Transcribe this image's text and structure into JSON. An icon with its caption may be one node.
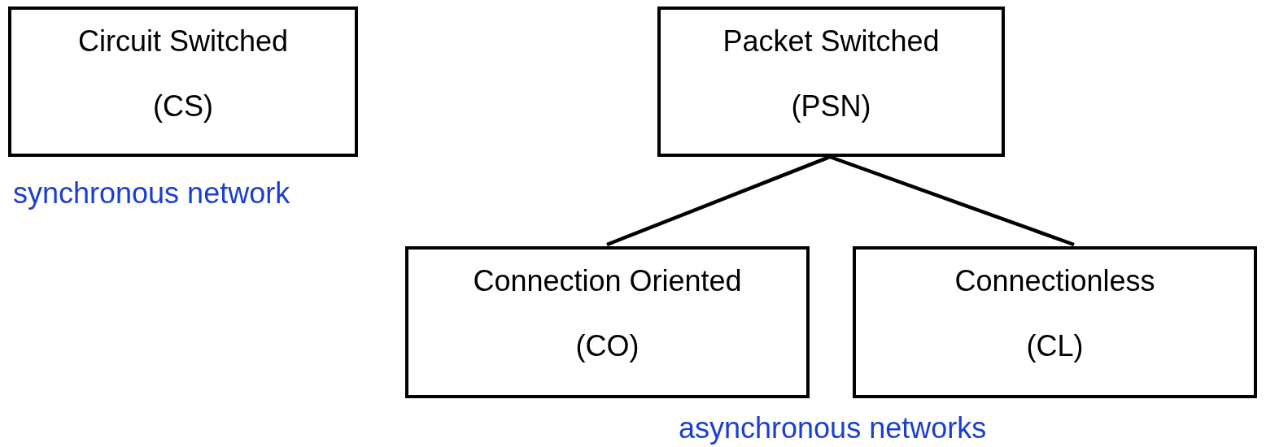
{
  "diagram": {
    "nodes": [
      {
        "text": [
          "Circuit Switched",
          "(CS)"
        ],
        "beside": [
          "synchronous network"
        ]
      },
      {
        "text": [
          "Packet Switched",
          "(PSN)"
        ]
      },
      {
        "text": [
          "Connection Oriented",
          "(CO)"
        ]
      },
      {
        "text": [
          "Connectionless",
          "(CL)"
        ]
      }
    ],
    "edges": [
      {
        "from": 1,
        "to": 2,
        "arrow": "none"
      },
      {
        "from": 1,
        "to": 3,
        "arrow": "none"
      }
    ],
    "labels": [
      "asynchronous networks"
    ]
  }
}
